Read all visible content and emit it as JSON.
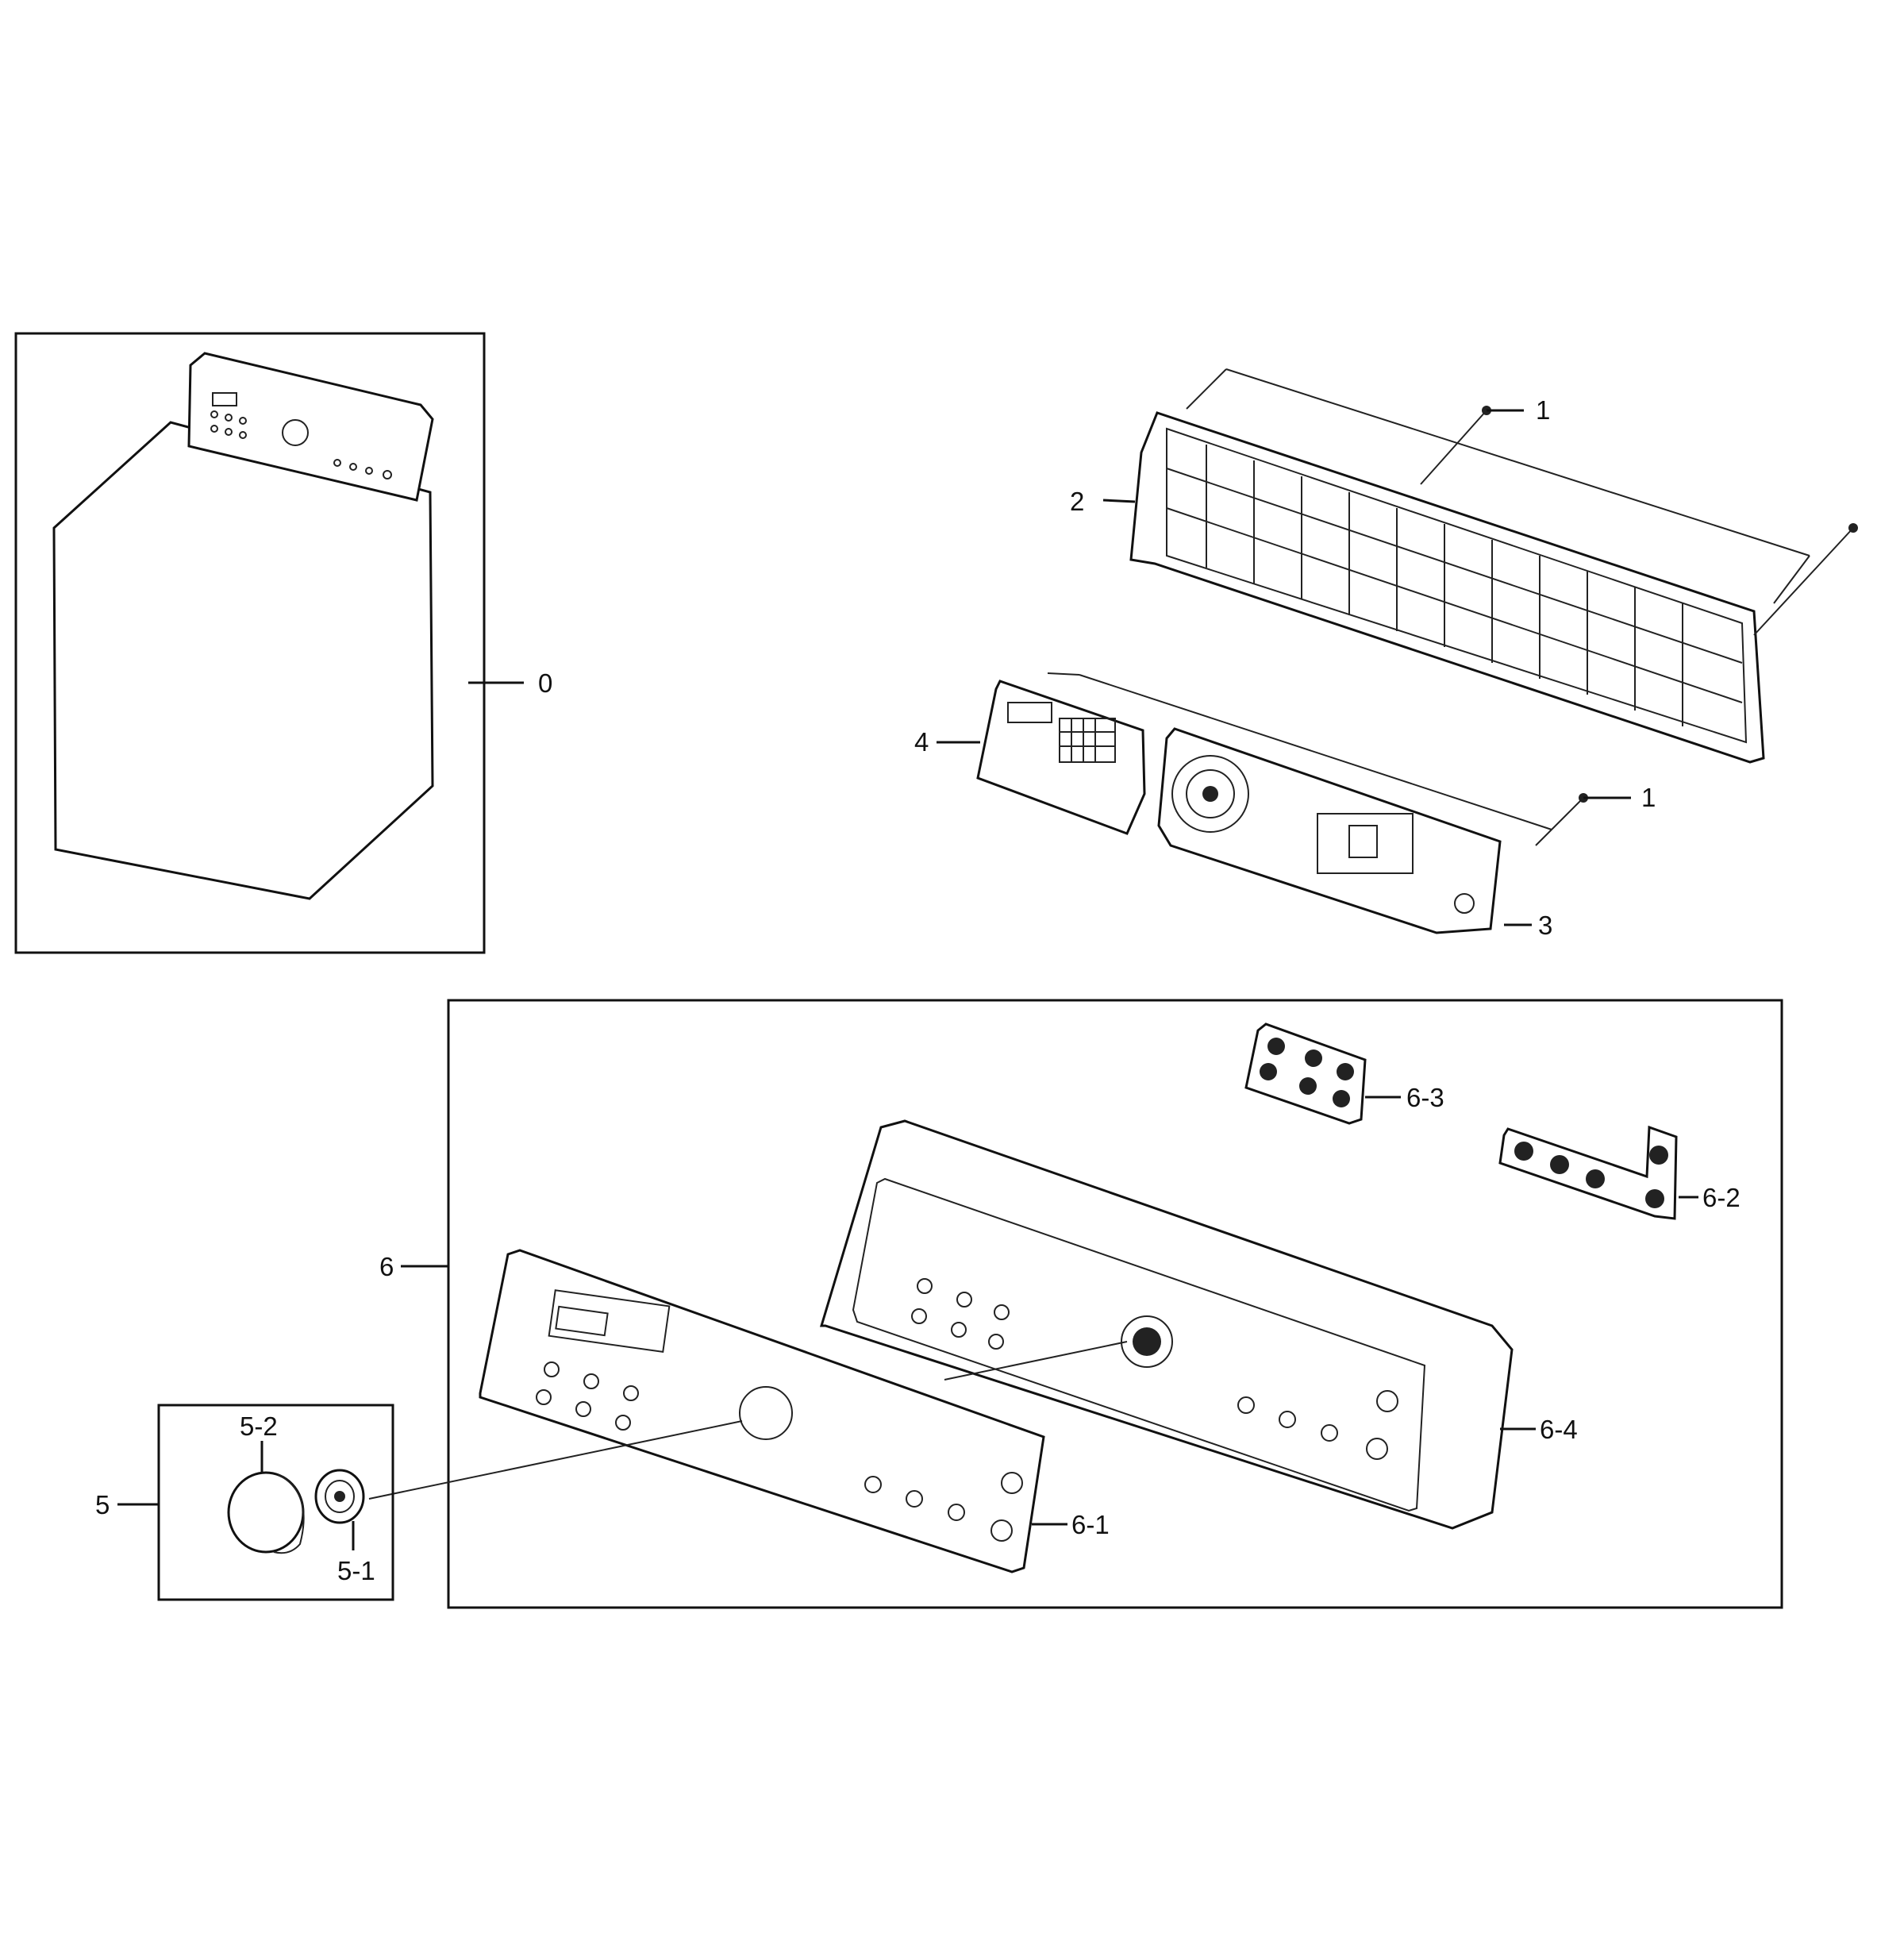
{
  "labels": {
    "washer": "0",
    "screw_top": "1",
    "screw_mid": "1",
    "frame": "2",
    "pcb_main": "3",
    "pcb_sub": "4",
    "knob_assy": "5",
    "knob_base": "5-1",
    "knob_cap": "5-2",
    "panel_assy": "6",
    "overlay": "6-1",
    "pcb_right": "6-2",
    "pcb_left": "6-3",
    "panel_housing": "6-4"
  }
}
